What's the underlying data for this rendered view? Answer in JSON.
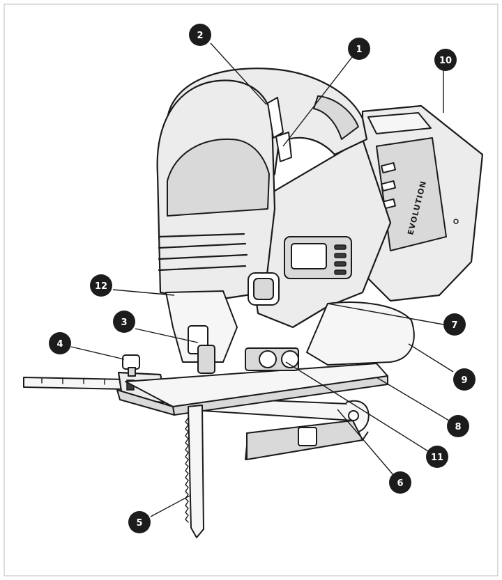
{
  "diagram": {
    "brand_text": "EVOLUTION",
    "callouts": [
      {
        "id": "1",
        "label": "1"
      },
      {
        "id": "2",
        "label": "2"
      },
      {
        "id": "3",
        "label": "3"
      },
      {
        "id": "4",
        "label": "4"
      },
      {
        "id": "5",
        "label": "5"
      },
      {
        "id": "6",
        "label": "6"
      },
      {
        "id": "7",
        "label": "7"
      },
      {
        "id": "8",
        "label": "8"
      },
      {
        "id": "9",
        "label": "9"
      },
      {
        "id": "10",
        "label": "10"
      },
      {
        "id": "11",
        "label": "11"
      },
      {
        "id": "12",
        "label": "12"
      }
    ]
  }
}
